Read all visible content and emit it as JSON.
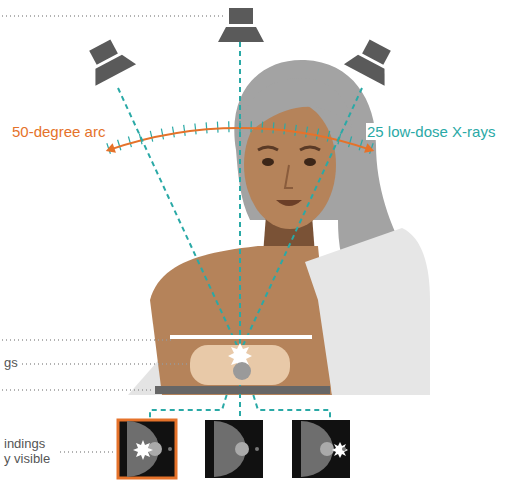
{
  "diagram": {
    "labels": [
      "50-degree arc",
      "25 low-dose X-rays",
      "gs",
      "indings y visible"
    ]
  }
}
